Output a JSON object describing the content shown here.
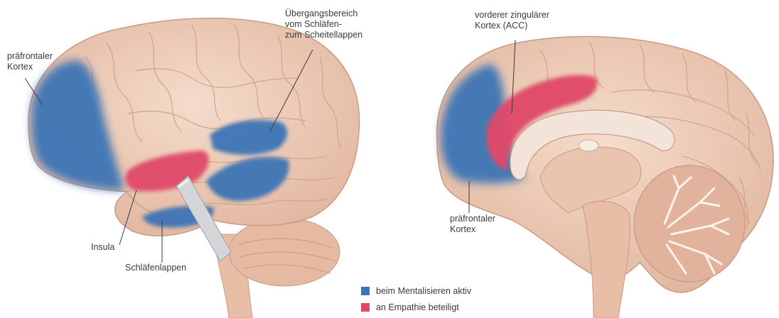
{
  "colors": {
    "mentalizing": "#3d74b5",
    "empathy": "#e04867",
    "brain": "#efcdb8",
    "brain_shade": "#d9a992",
    "line": "#3a3a3a"
  },
  "labels": {
    "left_prefrontal": [
      "präfrontaler",
      "Kortex"
    ],
    "transition_zone": [
      "Übergangsbereich",
      "vom Schläfen-",
      "zum Scheitellappen"
    ],
    "insula": "Insula",
    "temporal_lobe": "Schläfenlappen",
    "acc": [
      "vorderer zingulärer",
      "Kortex (ACC)"
    ],
    "right_prefrontal": [
      "präfrontaler",
      "Kortex"
    ]
  },
  "legend": [
    {
      "label": "beim Mentalisieren aktiv",
      "color": "#3d74b5"
    },
    {
      "label": "an Empathie beteiligt",
      "color": "#e04867"
    }
  ]
}
